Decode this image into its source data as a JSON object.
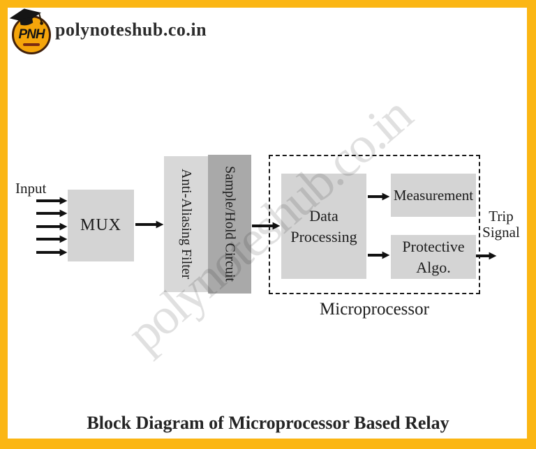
{
  "header": {
    "logo": {
      "text": "PNH"
    },
    "site_name": "polynoteshub.co.in"
  },
  "watermark": {
    "text": "polynoteshub.co.in"
  },
  "diagram": {
    "input_label": "Input",
    "mux_label": "MUX",
    "anti_aliasing_label": "Anti-Aliasing Filter",
    "sample_hold_label": "Sample/Hold Circuit",
    "data_processing_label": "Data Processing",
    "measurement_label": "Measurement",
    "protective_label": "Protective Algo.",
    "microprocessor_label": "Microprocessor",
    "trip_signal_label": "Trip Signal"
  },
  "caption": "Block Diagram of Microprocessor Based Relay",
  "colors": {
    "frame": "#fbb614",
    "box_light": "#d4d4d4",
    "box_dark": "#a9a9a9",
    "logo_bg": "#f5a50a",
    "logo_border": "#42210b",
    "arrow": "#111111",
    "watermark_gray": "#e0e0e0"
  }
}
